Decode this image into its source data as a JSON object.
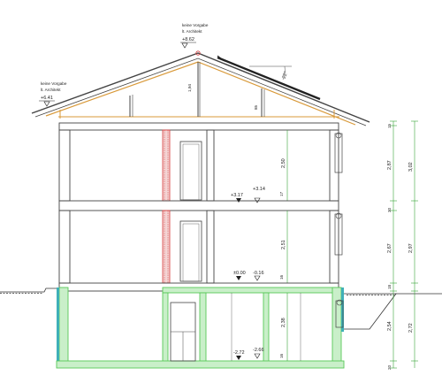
{
  "colors": {
    "wall": "#444444",
    "roof_structure": "#d99a3a",
    "insulation_red": "#d63a3a",
    "concrete_green": "#58c858",
    "waterproof_cyan": "#3fb0b8",
    "dim_green": "#3aa53a",
    "ground": "#333333"
  },
  "ridge_note": {
    "line1": "keine Vorgabe",
    "line2": "lt. Architekt",
    "level": "+8.62"
  },
  "eave_note": {
    "line1": "keine Vorgabe",
    "line2": "lt. Architekt",
    "level": "+6.41"
  },
  "roof_pitch": "22°",
  "roof_labels": {
    "height_a": "1,94",
    "height_b": "85"
  },
  "levels": {
    "upper_floor_a": "+3.17",
    "upper_floor_b": "+3.14",
    "ground_floor_a": "±0.00",
    "ground_floor_b": "-0.16",
    "basement_a": "-2.72",
    "basement_b": "-2.66"
  },
  "interior_dims": {
    "upper_clear": "2,50",
    "upper_slab": "17",
    "ground_clear": "2,51",
    "ground_slab": "16",
    "basement_clear": "2,38",
    "basement_slab": "16"
  },
  "right_dims_outer": [
    "15",
    "2,87",
    "30",
    "2,67",
    "18",
    "2,54",
    "20"
  ],
  "right_dims_inner": [
    "3,02",
    "2,97",
    "2,72"
  ]
}
